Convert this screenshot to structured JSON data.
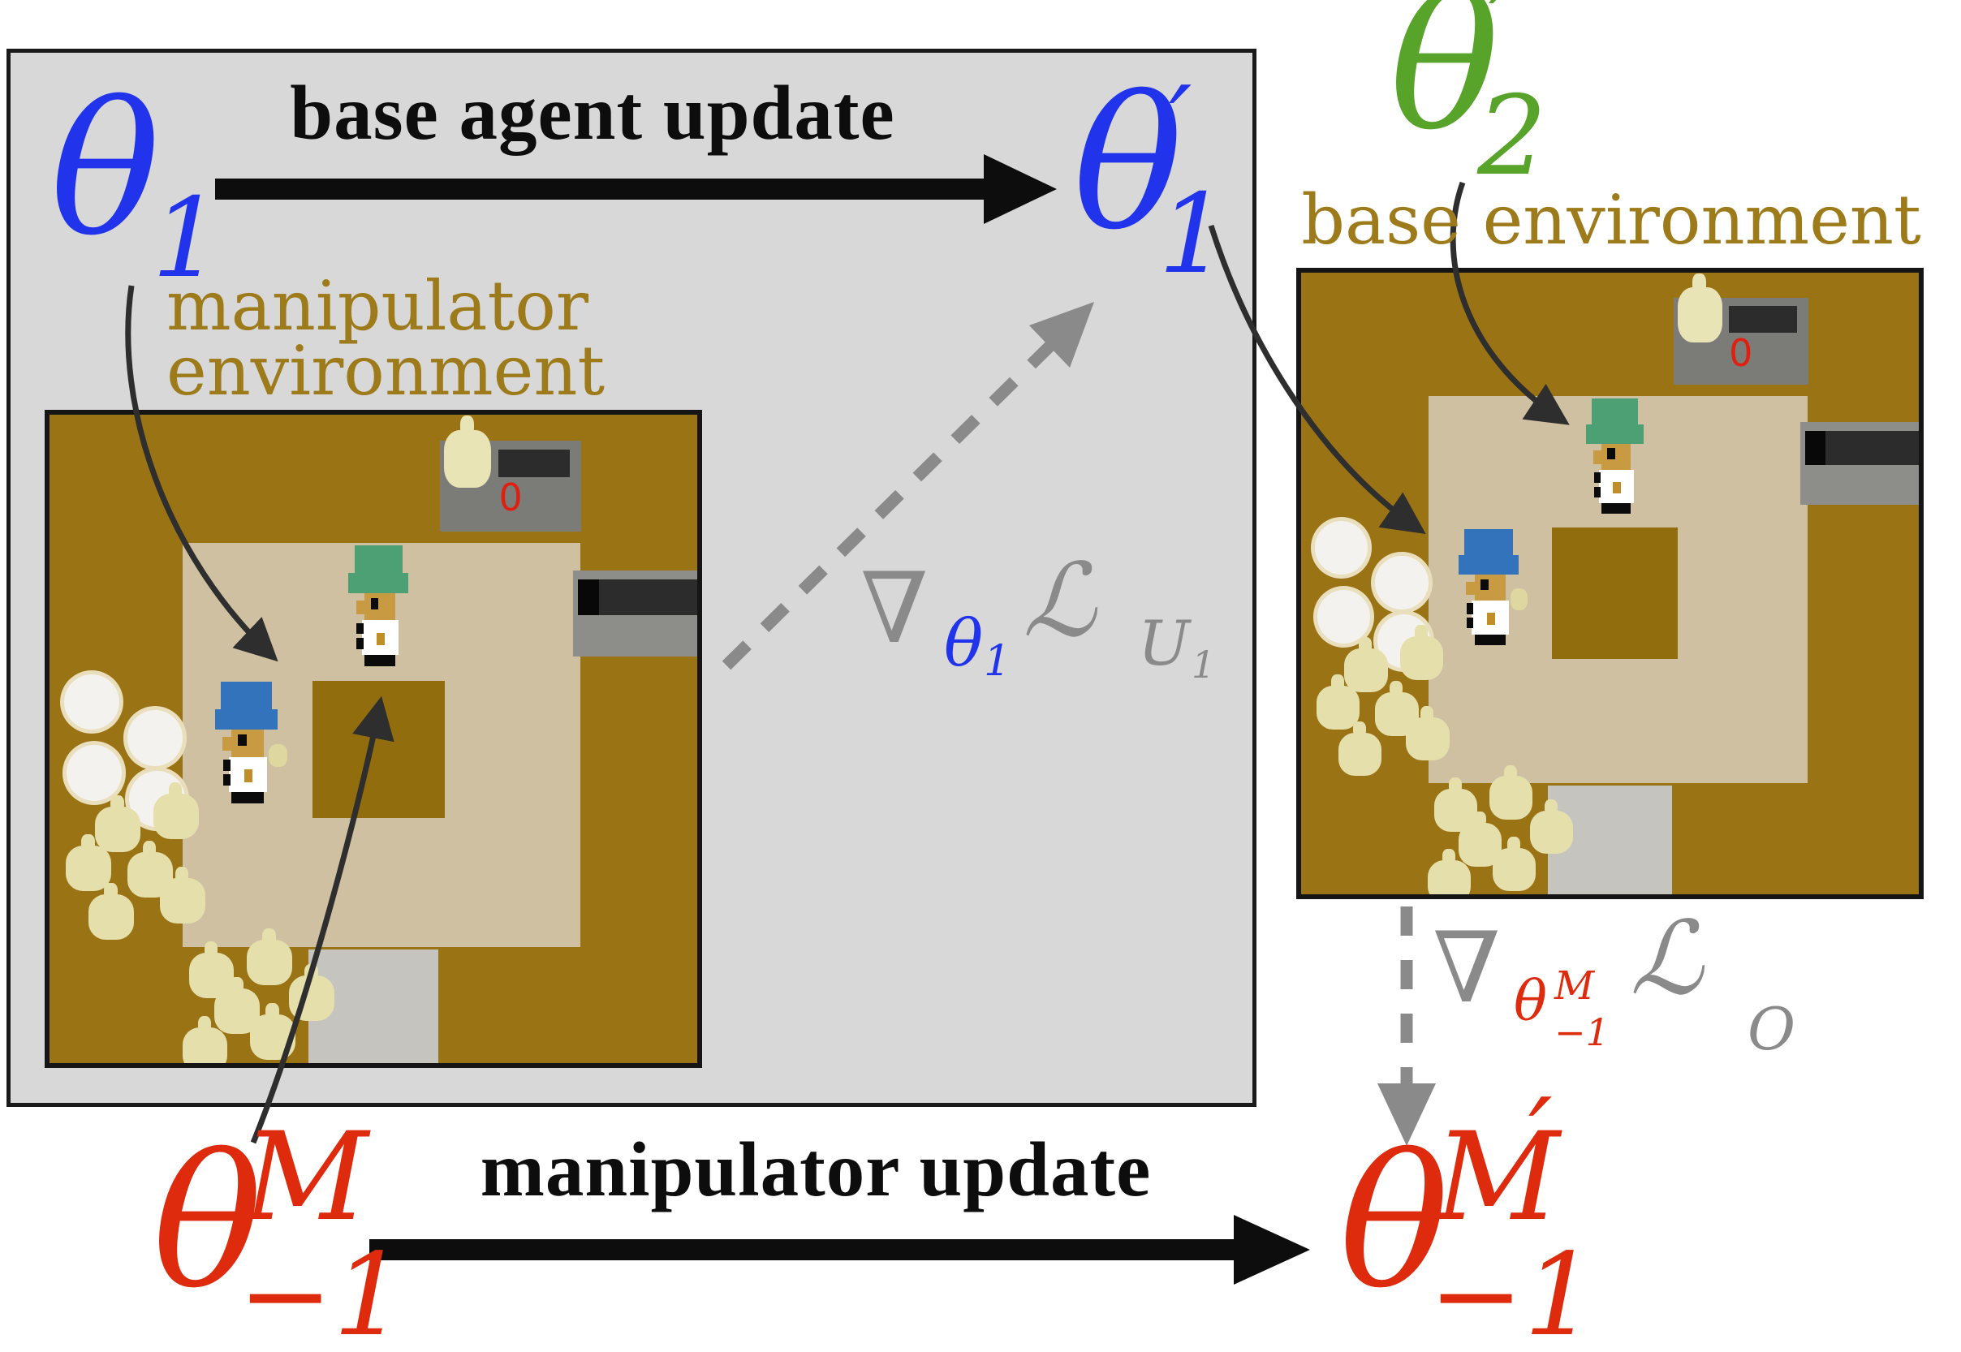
{
  "diagram": {
    "type": "training-loop-figure",
    "box": {
      "fill": "#d8d8d8",
      "border": "#1a1a1a"
    },
    "top_flow": {
      "theta1": {
        "symbol": "θ",
        "sub": "1"
      },
      "update_label": "base agent update",
      "theta1_prime": {
        "symbol": "θ",
        "prime": "′",
        "sub": "1"
      }
    },
    "right_flow": {
      "theta2_prime": {
        "symbol": "θ",
        "prime": "′",
        "sub": "2"
      },
      "env_label": "base environment"
    },
    "left_env_label": {
      "line1": "manipulator",
      "line2": "environment"
    },
    "bottom_flow": {
      "thetaM": {
        "symbol": "θ",
        "sup": "M",
        "sub": "−1"
      },
      "update_label": "manipulator update",
      "thetaM_prime": {
        "symbol": "θ",
        "sup": "M",
        "prime": "′",
        "sub": "−1"
      }
    },
    "gradient_base": {
      "nabla": "∇",
      "theta": "θ",
      "theta_sub": "1",
      "loss": "ℒ",
      "loss_sub": "U",
      "loss_sub_sub": "1"
    },
    "gradient_manip": {
      "nabla": "∇",
      "theta": "θ",
      "theta_sup": "M",
      "theta_sub": "−1",
      "loss": "ℒ",
      "loss_sub": "O"
    },
    "colors": {
      "base_agent_blue": "#2134eb",
      "next_agent_green": "#58a42a",
      "manipulator_red": "#de2b0d",
      "env_label_olive": "#9d7a1a",
      "gradient_gray": "#8a8a8a"
    },
    "environments": {
      "left": {
        "label": "manipulator environment",
        "score": "0"
      },
      "right": {
        "label": "base environment",
        "score": "0"
      }
    }
  }
}
